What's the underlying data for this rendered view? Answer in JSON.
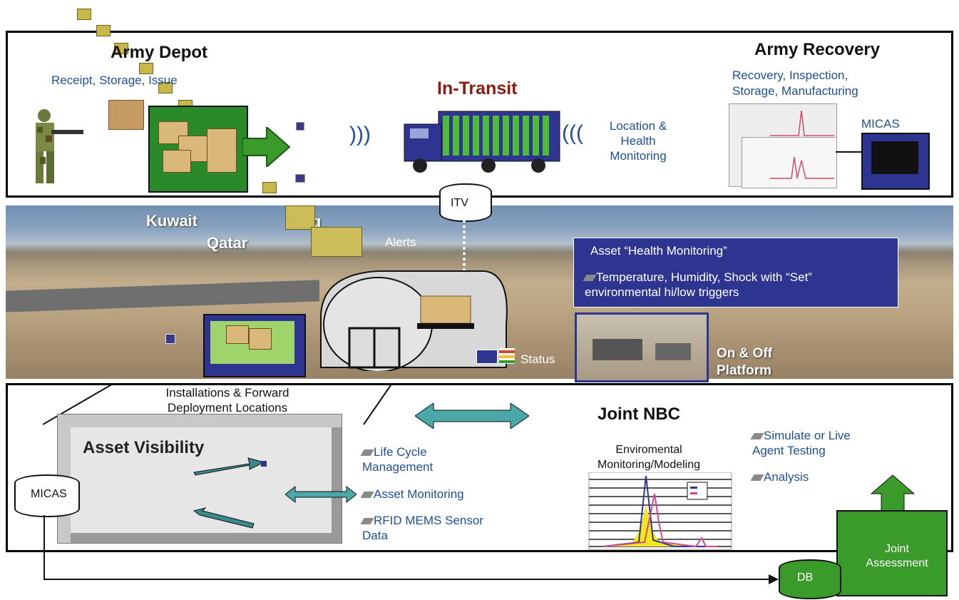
{
  "top": {
    "army_depot": {
      "title": "Army Depot",
      "subtitle": "Receipt, Storage, Issue"
    },
    "in_transit": {
      "title": "In-Transit",
      "caption": "Location & Health Monitoring"
    },
    "army_recovery": {
      "title": "Army Recovery",
      "subtitle": "Recovery, Inspection, Storage, Manufacturing",
      "system_label": "MICAS"
    }
  },
  "middle": {
    "itv_label": "ITV",
    "locations": [
      "Kuwait",
      "Qatar",
      "Iraq"
    ],
    "alerts_label": "Alerts",
    "health_box": {
      "title": "Asset “Health Monitoring”",
      "detail": "Temperature, Humidity, Shock with “Set” environmental hi/low triggers"
    },
    "status_label": "Status",
    "platform_label": "On & Off Platform",
    "installations_label": "Installations & Forward Deployment Locations"
  },
  "bottom": {
    "asset_visibility": "Asset Visibility",
    "micas_label": "MICAS",
    "bullets": [
      "Life Cycle Management",
      "Asset Monitoring",
      "RFID MEMS Sensor Data"
    ],
    "joint_nbc": {
      "title": "Joint NBC",
      "chart_caption": "Enviromental Monitoring/Modeling",
      "bullets": [
        "Simulate or Live Agent Testing",
        "Analysis"
      ]
    },
    "db_label": "DB",
    "joint_assessment": "Joint Assessment"
  },
  "colors": {
    "accent_blue": "#1f4f93",
    "dark_red": "#8b1a0f",
    "green": "#3f8f2a",
    "navy_box": "#2e3591",
    "teal": "#4aa8a8"
  }
}
